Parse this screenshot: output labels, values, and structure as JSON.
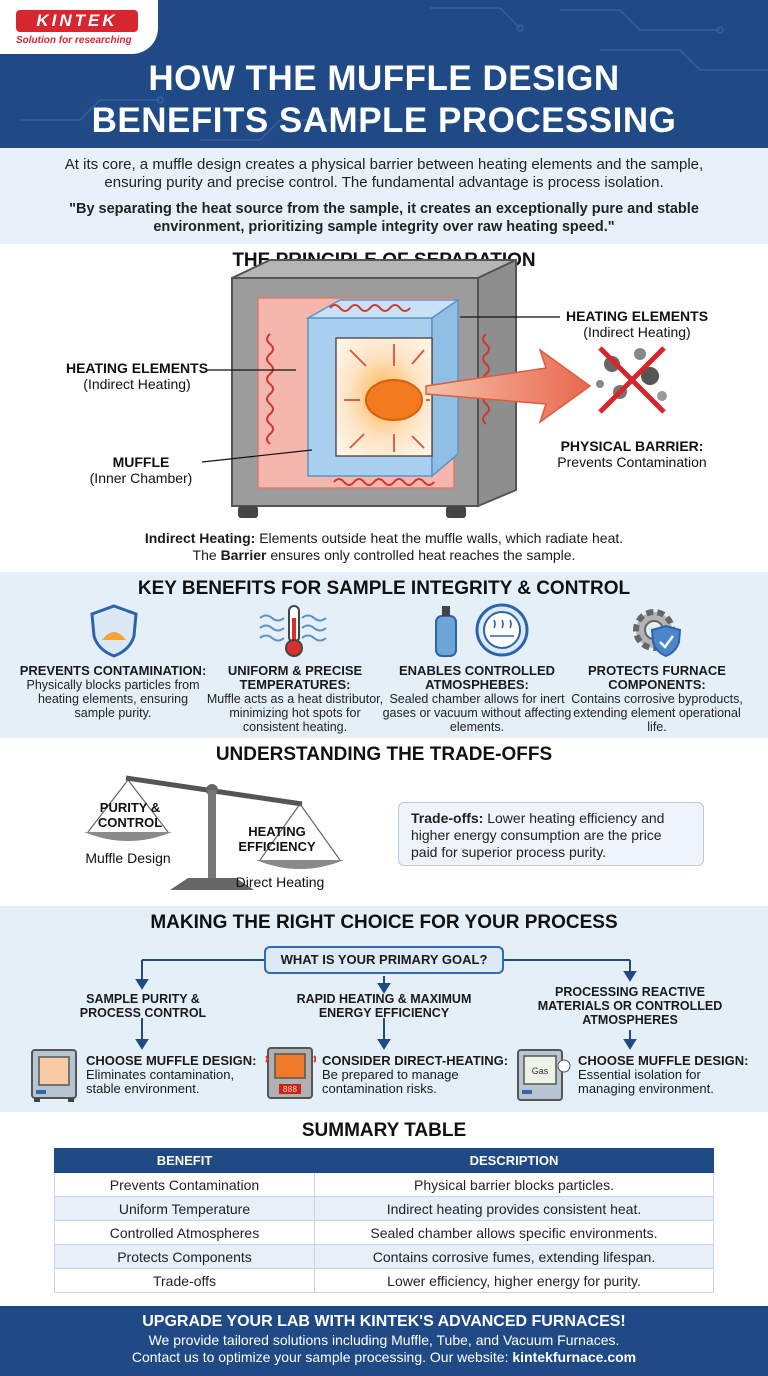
{
  "brand": {
    "logo": "KINTEK",
    "tagline": "Solution for researching"
  },
  "title": {
    "line1": "HOW THE MUFFLE DESIGN",
    "line2": "BENEFITS SAMPLE PROCESSING"
  },
  "intro": {
    "text": "At its core, a muffle design creates a physical barrier between heating elements and the sample, ensuring purity and precise control. The fundamental advantage is process isolation.",
    "quote": "\"By separating the heat source from the sample, it creates an exceptionally pure and stable environment, prioritizing sample integrity over raw heating speed.\""
  },
  "separation": {
    "title": "THE PRINCIPLE OF SEPARATION",
    "label_left_heat_title": "HEATING ELEMENTS",
    "label_left_heat_sub": "(Indirect Heating)",
    "label_muffle_title": "MUFFLE",
    "label_muffle_sub": "(Inner Chamber)",
    "label_right_heat_title": "HEATING ELEMENTS",
    "label_right_heat_sub": "(Indirect Heating)",
    "label_barrier_title": "PHYSICAL BARRIER:",
    "label_barrier_sub": "Prevents Contamination",
    "note1_bold": "Indirect Heating:",
    "note1": " Elements outside heat the muffle walls, which radiate heat.",
    "note2_pre": "The ",
    "note2_bold": "Barrier",
    "note2": " ensures only controlled heat reaches the sample."
  },
  "benefits": {
    "title": "KEY BENEFITS FOR SAMPLE INTEGRITY & CONTROL",
    "items": [
      {
        "title": "PREVENTS CONTAMINATION:",
        "desc": "Physically blocks particles from heating elements, ensuring sample purity.",
        "icon": "shield-icon"
      },
      {
        "title": "UNIFORM & PRECISE TEMPERATURES:",
        "desc": "Muffle acts as a heat distributor, minimizing hot spots for consistent heating.",
        "icon": "thermometer-icon"
      },
      {
        "title": "ENABLES CONTROLLED ATMOSPHEBES:",
        "desc": "Sealed chamber allows for inert gases or vacuum without affecting elements.",
        "icon": "gas-cylinder-icon"
      },
      {
        "title": "PROTECTS FURNACE COMPONENTS:",
        "desc": "Contains corrosive byproducts, extending element operational life.",
        "icon": "gear-shield-icon"
      }
    ]
  },
  "tradeoffs": {
    "title": "UNDERSTANDING THE TRADE-OFFS",
    "left_title": "PURITY & CONTROL",
    "left_sub": "Muffle Design",
    "right_title": "HEATING EFFICIENCY",
    "right_sub": "Direct Heating",
    "box_bold": "Trade-offs:",
    "box_text": " Lower heating efficiency and higher energy consumption are the price paid for superior process purity."
  },
  "choice": {
    "title": "MAKING THE RIGHT CHOICE FOR YOUR PROCESS",
    "goal": "WHAT IS YOUR PRIMARY GOAL?",
    "options": [
      {
        "goal": "SAMPLE PURITY & PROCESS CONTROL",
        "result_title": "CHOOSE MUFFLE DESIGN:",
        "result_text": "Eliminates contamination, stable environment."
      },
      {
        "goal": "RAPID HEATING & MAXIMUM ENERGY EFFICIENCY",
        "result_title": "CONSIDER DIRECT-HEATING:",
        "result_text": "Be prepared to manage contamination risks.",
        "display": "888"
      },
      {
        "goal": "PROCESSING REACTIVE MATERIALS OR CONTROLLED ATMOSPHERES",
        "result_title": "CHOOSE MUFFLE DESIGN:",
        "result_text": "Essential isolation for managing environment.",
        "badge": "Gas"
      }
    ]
  },
  "summary": {
    "title": "SUMMARY TABLE",
    "headers": [
      "BENEFIT",
      "DESCRIPTION"
    ],
    "rows": [
      [
        "Prevents Contamination",
        "Physical barrier blocks particles."
      ],
      [
        "Uniform Temperature",
        "Indirect heating provides consistent heat."
      ],
      [
        "Controlled Atmospheres",
        "Sealed chamber allows specific environments."
      ],
      [
        "Protects Components",
        "Contains corrosive fumes, extending lifespan."
      ],
      [
        "Trade-offs",
        "Lower efficiency, higher energy for purity."
      ]
    ]
  },
  "footer": {
    "title": "UPGRADE YOUR LAB WITH KINTEK'S ADVANCED FURNACES!",
    "line1": "We provide tailored solutions including Muffle, Tube, and Vacuum Furnaces.",
    "line2": "Contact us to optimize your sample processing. Our website: ",
    "website": "kintekfurnace.com"
  }
}
